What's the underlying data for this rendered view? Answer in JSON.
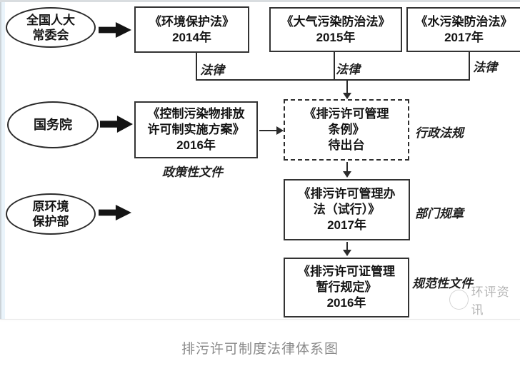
{
  "colors": {
    "line": "#2b2b2b",
    "box_border": "#333333",
    "text": "#141414",
    "caption_gray": "#8a8a8a",
    "watermark_gray": "#9b9b9b",
    "left_strip": "#eaf4fb"
  },
  "diagram": {
    "actors": {
      "npc": {
        "lines": [
          "全国人大",
          "常委会"
        ]
      },
      "state_council": {
        "lines": [
          "国务院"
        ]
      },
      "mep": {
        "lines": [
          "原环境",
          "保护部"
        ]
      }
    },
    "law_boxes": [
      {
        "title": "《环境保护法》",
        "year": "2014年"
      },
      {
        "title": "《大气污染防治法》",
        "year": "2015年"
      },
      {
        "title": "《水污染防治法》",
        "year": "2017年"
      }
    ],
    "law_tags": [
      "法律",
      "法律",
      "法律"
    ],
    "policy_box": {
      "lines": [
        "《控制污染物排放",
        "许可制实施方案》",
        "2016年"
      ],
      "tag": "政策性文件"
    },
    "regulation_box": {
      "lines": [
        "《排污许可管理",
        "条例》",
        "待出台"
      ],
      "tag": "行政法规"
    },
    "measures_box": {
      "lines": [
        "《排污许可管理办",
        "法（试行）》",
        "2017年"
      ],
      "tag": "部门规章"
    },
    "provisional_box": {
      "lines": [
        "《排污许可证管理",
        "暂行规定》",
        "2016年"
      ],
      "tag": "规范性文件"
    },
    "watermark": {
      "text": "环评资讯"
    },
    "caption": "排污许可制度法律体系图"
  }
}
